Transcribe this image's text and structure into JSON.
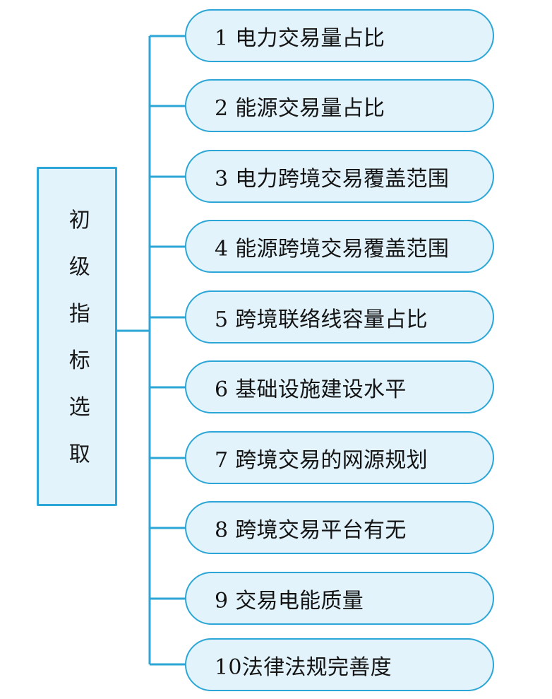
{
  "diagram": {
    "type": "tree",
    "orientation": "left-to-right",
    "root": {
      "label": "初 级 指 标 选 取",
      "label_plain": "初级指标选取",
      "text_direction": "vertical",
      "shape": "rectangle"
    },
    "branch_shape": "stadium",
    "colors": {
      "node_fill": "#e2f3fb",
      "node_border": "#2ba6d6",
      "connector": "#2ba6d6",
      "text": "#141414",
      "background": "#ffffff"
    },
    "nodes": [
      {
        "index": "1",
        "label": "1 电力交易量占比"
      },
      {
        "index": "2",
        "label": "2 能源交易量占比"
      },
      {
        "index": "3",
        "label": "3 电力跨境交易覆盖范围"
      },
      {
        "index": "4",
        "label": "4 能源跨境交易覆盖范围"
      },
      {
        "index": "5",
        "label": "5 跨境联络线容量占比"
      },
      {
        "index": "6",
        "label": "6 基础设施建设水平"
      },
      {
        "index": "7",
        "label": "7 跨境交易的网源规划"
      },
      {
        "index": "8",
        "label": "8 跨境交易平台有无"
      },
      {
        "index": "9",
        "label": "9 交易电能质量"
      },
      {
        "index": "10",
        "label": "10法律法规完善度"
      }
    ]
  }
}
